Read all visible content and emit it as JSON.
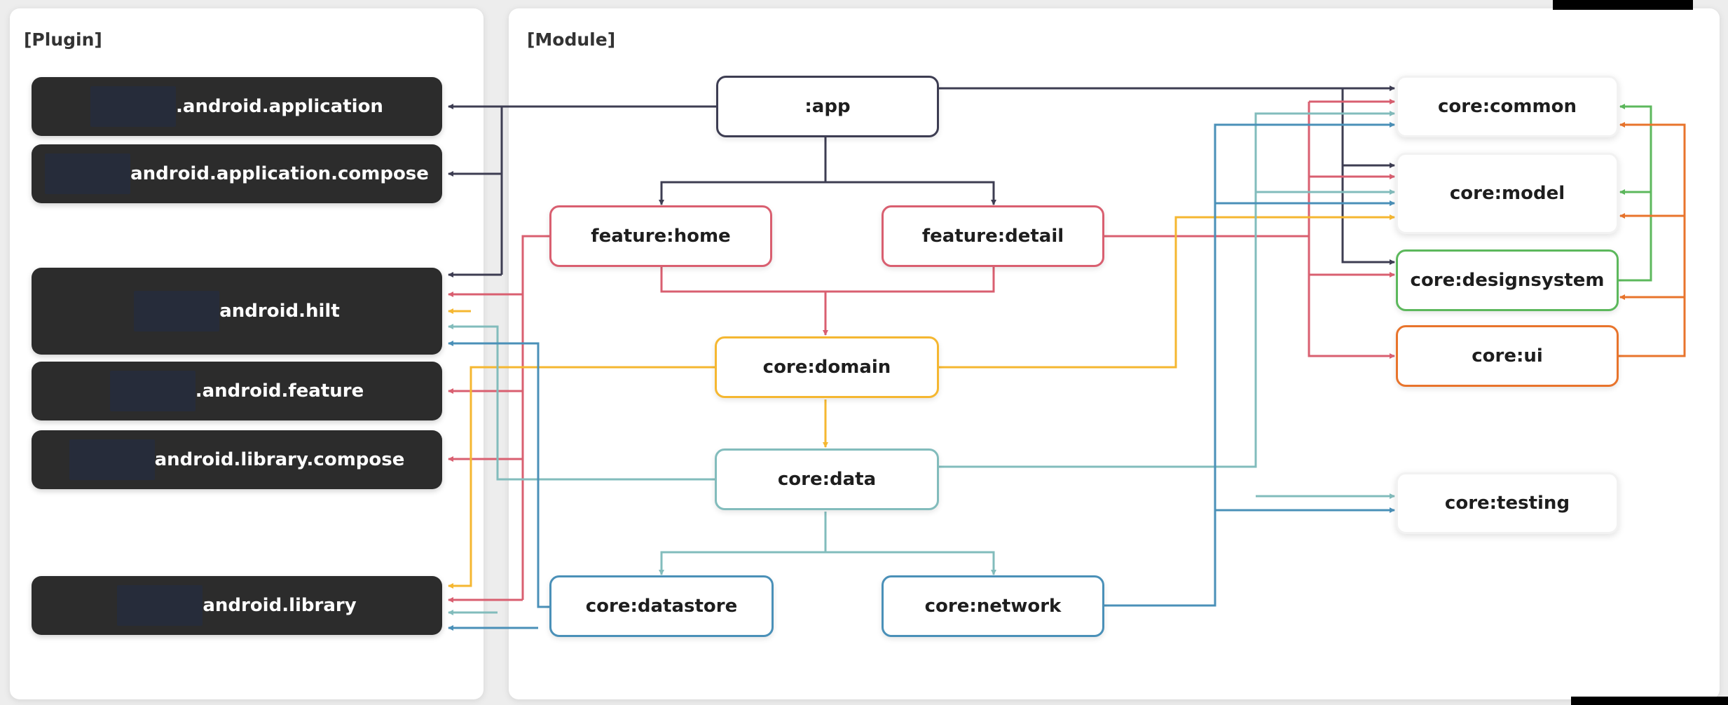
{
  "panels": {
    "plugin_title": "[Plugin]",
    "module_title": "[Module]"
  },
  "plugins": [
    {
      "id": "p_app",
      "label": ".android.application"
    },
    {
      "id": "p_app_compose",
      "label": "android.application.compose"
    },
    {
      "id": "p_hilt",
      "label": "android.hilt"
    },
    {
      "id": "p_feature",
      "label": ".android.feature"
    },
    {
      "id": "p_lib_compose",
      "label": "android.library.compose"
    },
    {
      "id": "p_library",
      "label": "android.library"
    }
  ],
  "modules": [
    {
      "id": "app",
      "label": ":app",
      "color": "#3d3d52"
    },
    {
      "id": "feature_home",
      "label": "feature:home",
      "color": "#d95f70"
    },
    {
      "id": "feature_detail",
      "label": "feature:detail",
      "color": "#d95f70"
    },
    {
      "id": "core_domain",
      "label": "core:domain",
      "color": "#f5b731"
    },
    {
      "id": "core_data",
      "label": "core:data",
      "color": "#82bcbc"
    },
    {
      "id": "core_datastore",
      "label": "core:datastore",
      "color": "#4a90b8"
    },
    {
      "id": "core_network",
      "label": "core:network",
      "color": "#4a90b8"
    },
    {
      "id": "core_common",
      "label": "core:common",
      "color": "#f2f2f2"
    },
    {
      "id": "core_model",
      "label": "core:model",
      "color": "#f2f2f2"
    },
    {
      "id": "core_designsystem",
      "label": "core:designsystem",
      "color": "#5cb85c"
    },
    {
      "id": "core_ui",
      "label": "core:ui",
      "color": "#e8742c"
    },
    {
      "id": "core_testing",
      "label": "core:testing",
      "color": "#f2f2f2"
    }
  ],
  "edge_colors": {
    "app": "#3d3d52",
    "feature": "#d95f70",
    "domain": "#f5b731",
    "data": "#82bcbc",
    "datastore_network": "#4a90b8",
    "designsystem": "#5cb85c",
    "ui": "#e8742c"
  }
}
